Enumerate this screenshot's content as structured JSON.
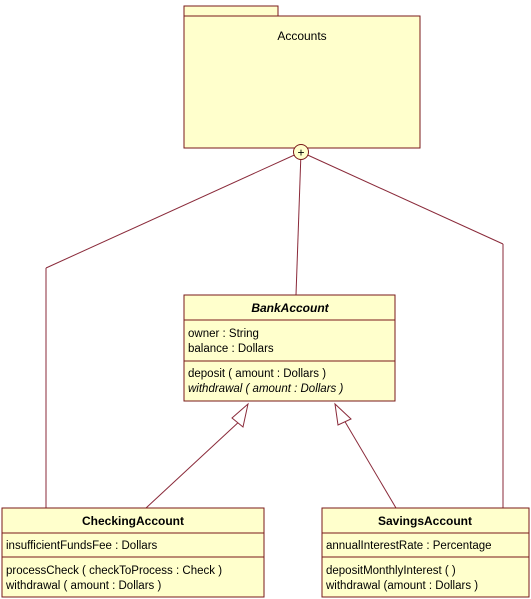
{
  "package": {
    "name": "Accounts"
  },
  "containment_symbol": "+",
  "classes": {
    "bank_account": {
      "name": "BankAccount",
      "is_abstract": true,
      "attributes": [
        "owner : String",
        "balance : Dollars"
      ],
      "operations": [
        {
          "text": "deposit ( amount : Dollars )",
          "is_abstract": false
        },
        {
          "text": "withdrawal ( amount : Dollars )",
          "is_abstract": true
        }
      ]
    },
    "checking_account": {
      "name": "CheckingAccount",
      "is_abstract": false,
      "attributes": [
        "insufficientFundsFee : Dollars"
      ],
      "operations": [
        {
          "text": "processCheck ( checkToProcess : Check )",
          "is_abstract": false
        },
        {
          "text": "withdrawal ( amount : Dollars )",
          "is_abstract": false
        }
      ]
    },
    "savings_account": {
      "name": "SavingsAccount",
      "is_abstract": false,
      "attributes": [
        "annualInterestRate : Percentage"
      ],
      "operations": [
        {
          "text": "depositMonthlyInterest (  )",
          "is_abstract": false
        },
        {
          "text": "withdrawal (amount : Dollars )",
          "is_abstract": false
        }
      ]
    }
  },
  "colors": {
    "box_fill": "#ffffcc",
    "box_border": "#7a1a1a",
    "line": "#8a2a3a"
  }
}
